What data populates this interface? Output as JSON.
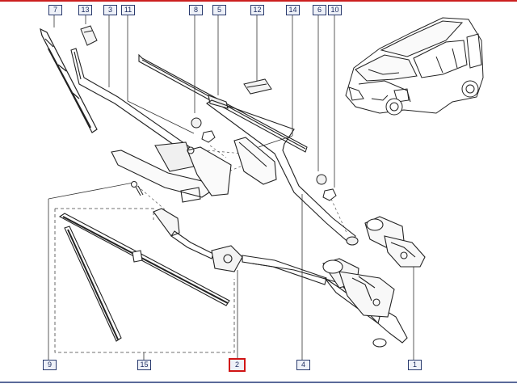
{
  "colors": {
    "top_rule": "#cc1f1f",
    "bottom_rule": "#5a6a9a",
    "line": "#222222",
    "callout_border": "#2a3b6e",
    "highlight": "#d01515"
  },
  "callouts": {
    "n7": "7",
    "n13": "13",
    "n3": "3",
    "n11": "11",
    "n8": "8",
    "n5": "5",
    "n12": "12",
    "n14": "14",
    "n6": "6",
    "n10": "10",
    "n9": "9",
    "n15": "15",
    "n2": "2",
    "n4": "4",
    "n1": "1"
  },
  "highlighted_part": "2"
}
